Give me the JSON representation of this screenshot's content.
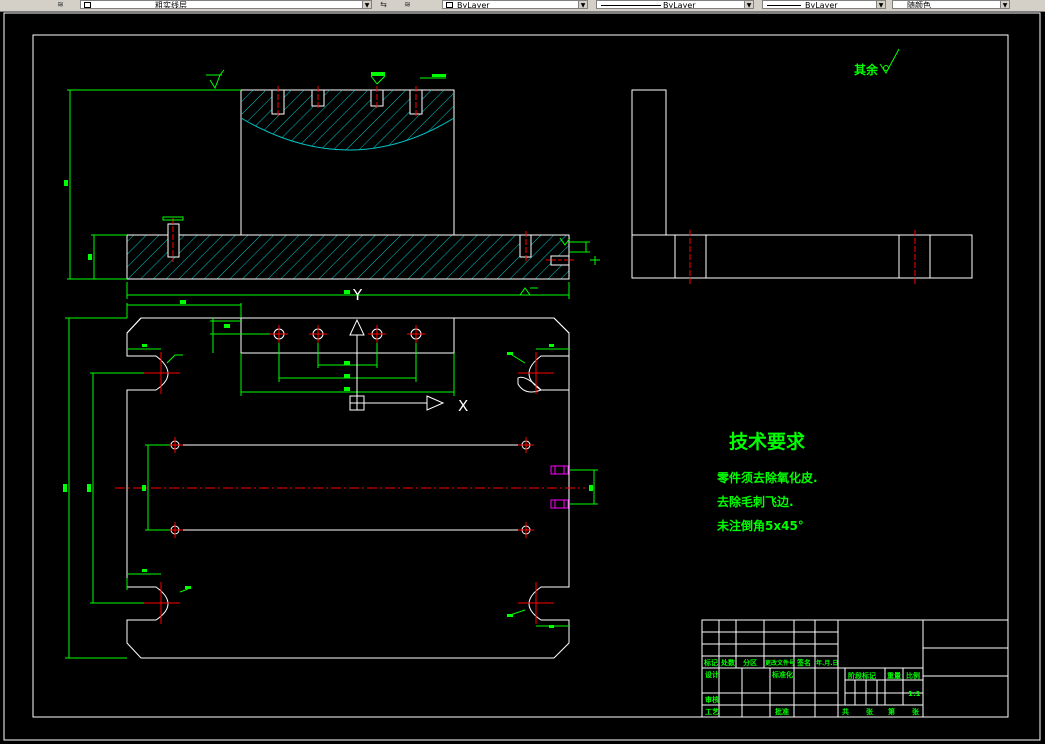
{
  "toolbar": {
    "layer_combo": "粗实线层",
    "color_combo": "ByLayer",
    "linetype_combo": "ByLayer",
    "lineweight_combo": "ByLayer",
    "plotstyle_combo": "随颜色"
  },
  "drawing": {
    "surface_note": "其余",
    "tech_req_title": "技术要求",
    "tech_req_lines": [
      "零件须去除氧化皮.",
      "去除毛刺飞边.",
      "未注倒角5x45°"
    ],
    "ucs_y_label": "Y",
    "ucs_x_label": "X",
    "title_block": {
      "row_labels": [
        "标记",
        "处数",
        "分区",
        "更改文件号",
        "签名",
        "年.月.日"
      ],
      "design": "设计",
      "standardize": "标准化",
      "review": "审核",
      "process": "工艺",
      "approve": "批准",
      "stage_label": "阶段标记",
      "weight": "重量",
      "scale_label": "比例",
      "scale_value": "1:1",
      "sheets": [
        "共",
        "张",
        "第",
        "张"
      ]
    }
  },
  "colors": {
    "background": "#000000",
    "outline": "#ffffff",
    "dimension": "#00ff00",
    "centerline": "#ff0000",
    "hatch": "#00c8c8",
    "text": "#00ff00",
    "detail": "#ff00ff"
  }
}
